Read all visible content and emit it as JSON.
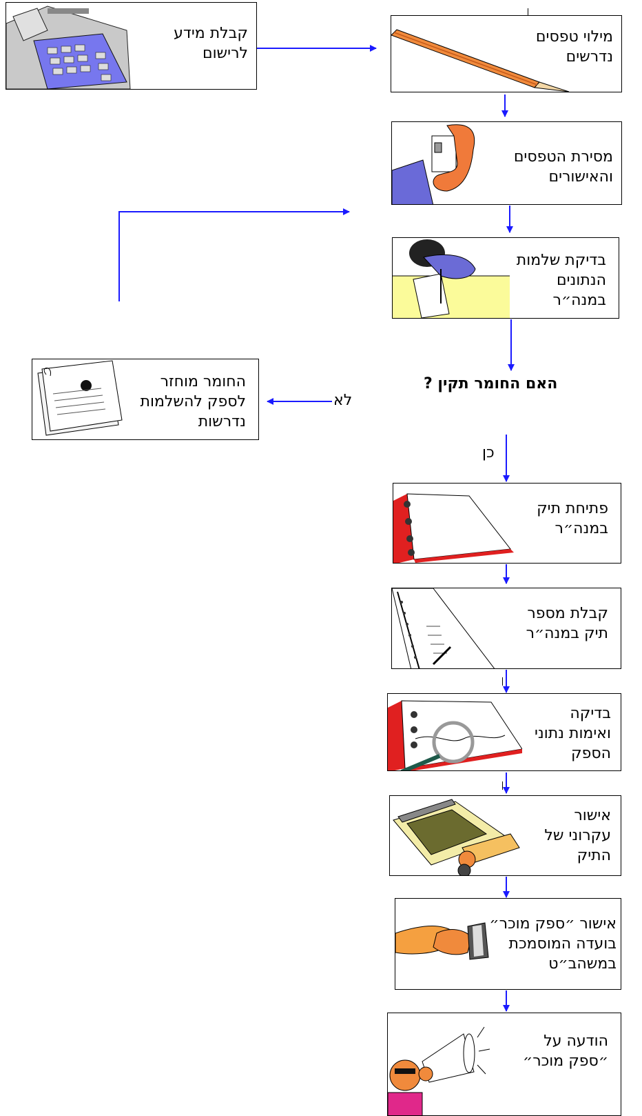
{
  "colors": {
    "arrow": "#1a1aff",
    "border": "#000000"
  },
  "steps": {
    "receive_info": {
      "label": "קבלת מידע\nלרישום",
      "icon": "phone-fax-icon"
    },
    "fill_forms": {
      "label": "מילוי טפסים\nנדרשים",
      "icon": "pencil-icon"
    },
    "submit_forms": {
      "label": "מסירת הטפסים\nוהאישורים",
      "icon": "hand-document-icon"
    },
    "check_data": {
      "label": "בדיקת שלמות\nהנתונים\nבמנה״ר",
      "icon": "person-desk-icon"
    },
    "returned": {
      "label": "החומר מוחזר\nלספק להשלמות\nנדרשות",
      "icon": "document-icon"
    },
    "open_file": {
      "label": "פתיחת תיק\nבמנה״ר",
      "icon": "binder-icon"
    },
    "file_number": {
      "label": "קבלת מספר\nתיק במנה״ר",
      "icon": "notebook-icon"
    },
    "verify": {
      "label": "בדיקה\nואימות נתוני\nהספק",
      "icon": "magnifier-binder-icon"
    },
    "initial_approval": {
      "label": "אישור\nעקרוני של\nהתיק",
      "icon": "stamp-icon"
    },
    "committee": {
      "label": "אישור ״ספק מוכר״\nבועדה המוסמכת\nבמשהב״ט",
      "icon": "handshake-icon"
    },
    "notice": {
      "label": "הודעה על\n״ספק מוכר״",
      "icon": "megaphone-icon"
    }
  },
  "decision": {
    "question": "האם החומר תקין ?",
    "no_label": "לא",
    "yes_label": "כן"
  }
}
